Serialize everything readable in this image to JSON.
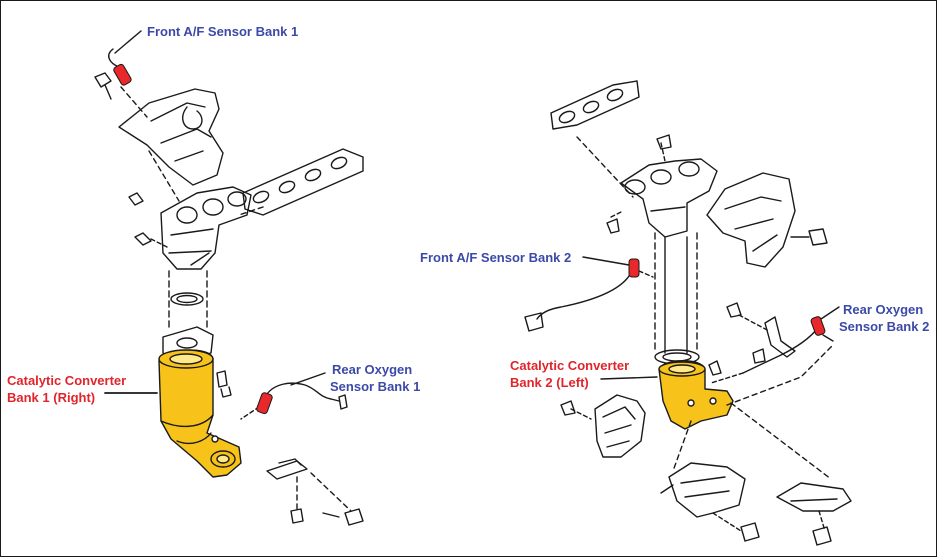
{
  "labels": {
    "front_af_bank1": "Front A/F Sensor Bank 1",
    "front_af_bank2": "Front A/F Sensor Bank 2",
    "rear_o2_bank1_line1": "Rear Oxygen",
    "rear_o2_bank1_line2": "Sensor Bank 1",
    "rear_o2_bank2_line1": "Rear Oxygen",
    "rear_o2_bank2_line2": "Sensor Bank 2",
    "cat_bank1_line1": "Catalytic Converter",
    "cat_bank1_line2": "Bank 1 (Right)",
    "cat_bank2_line1": "Catalytic Converter",
    "cat_bank2_line2": "Bank 2 (Left)"
  },
  "colors": {
    "sensor_label": "#3b4aa8",
    "converter_label": "#e0252b",
    "converter_fill": "#f7c31a",
    "sensor_tip": "#e8282a",
    "line": "#1a1a1a"
  }
}
